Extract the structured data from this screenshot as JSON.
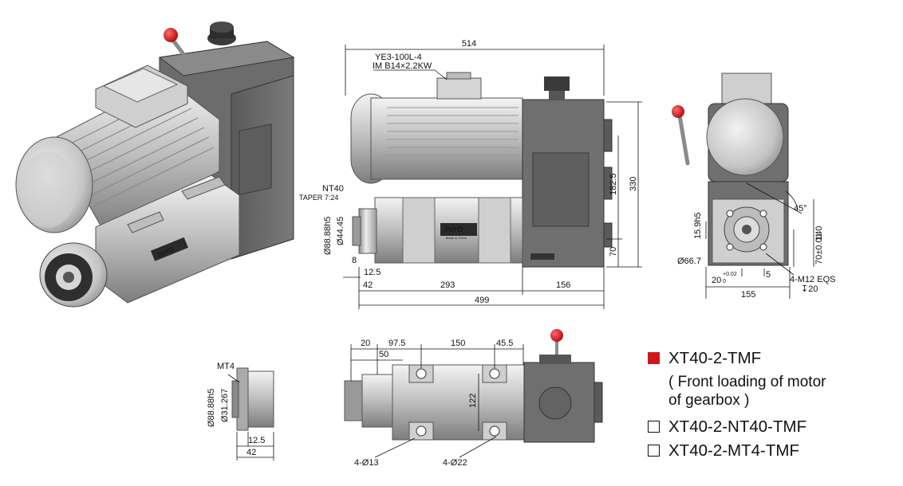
{
  "brand": "JNYO",
  "brand_subtitle": "Made in China",
  "motor": {
    "model": "YE3-100L-4",
    "mount": "IM B14×2.2KW"
  },
  "side_view": {
    "overall_width": "514",
    "spindle_label": "NT40",
    "taper": "TAPER 7:24",
    "dia_outer": "Ø88.88h5",
    "dia_inner": "Ø44.45",
    "dim_8": "8",
    "dim_12_5": "12.5",
    "dim_42": "42",
    "dim_293": "293",
    "dim_156": "156",
    "dim_499": "499",
    "dim_182_5": "182.5",
    "dim_330": "330",
    "dim_70": "70"
  },
  "front_view": {
    "angle": "45°",
    "dim_15_9": "15.9h5",
    "dim_66_7": "Ø66.7",
    "dim_20": "20",
    "tol_upper": "+0.02",
    "tol_lower": "0",
    "dim_5": "5",
    "dim_140": "140",
    "dim_70": "70±0.01",
    "thread": "4-M12 EQS",
    "depth": "↧20",
    "dim_155": "155"
  },
  "mt4_view": {
    "label": "MT4",
    "dia_outer": "Ø88.88h5",
    "dia_inner": "Ø31.267",
    "dim_12_5": "12.5",
    "dim_42": "42"
  },
  "top_view": {
    "dim_20": "20",
    "dim_97_5": "97.5",
    "dim_150": "150",
    "dim_45_5": "45.5",
    "dim_50": "50",
    "dim_122": "122",
    "holes_13": "4-Ø13",
    "holes_22": "4-Ø22"
  },
  "legend": {
    "items": [
      {
        "label": "XT40-2-TMF",
        "note": "( Front loading of motor\nof gearbox )",
        "filled": true
      },
      {
        "label": "XT40-2-NT40-TMF",
        "filled": false
      },
      {
        "label": "XT40-2-MT4-TMF",
        "filled": false
      }
    ]
  },
  "colors": {
    "accent_red": "#d0181b",
    "body_gray": "#6f6f6f",
    "metal_light": "#d9d9d9"
  }
}
